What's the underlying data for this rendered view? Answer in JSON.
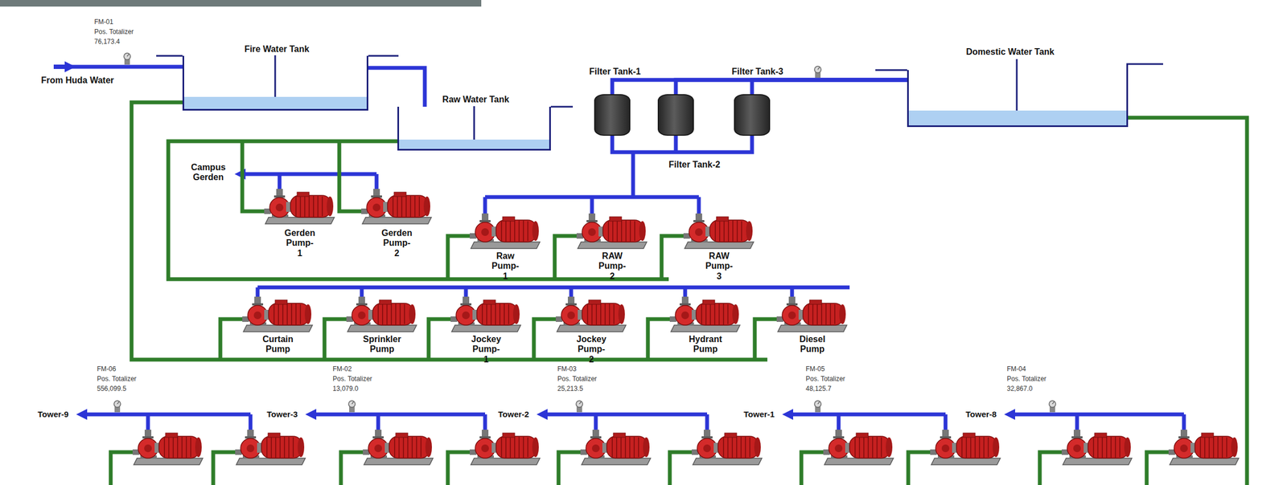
{
  "diagram": {
    "nodes": [
      {
        "text": [
          "Fire Water Tank"
        ]
      },
      {
        "text": [
          "Raw Water Tank"
        ]
      },
      {
        "text": [
          "Filter Tank-1"
        ]
      },
      {
        "text": [
          "Filter Tank-2"
        ]
      },
      {
        "text": [
          "Filter Tank-3"
        ]
      },
      {
        "text": [
          "Domestic Water Tank"
        ]
      }
    ],
    "edges": [
      {
        "from": 0,
        "to": 1,
        "arrow": "none"
      },
      {
        "from": 2,
        "to": 5,
        "arrow": "none"
      },
      {
        "from": 3,
        "to": 5,
        "arrow": "none"
      },
      {
        "from": 4,
        "to": 5,
        "arrow": "none"
      }
    ],
    "labels": [
      "FM-01",
      "Pos. Totalizer",
      "76,173.4",
      "From Huda Water",
      "Campus Gerden",
      "Gerden Pump-1",
      "Gerden Pump-2",
      "Raw Pump-1",
      "RAW Pump-2",
      "RAW Pump-3",
      "Curtain Pump",
      "Sprinkler Pump",
      "Jockey Pump-1",
      "Jockey Pump-2",
      "Hydrant Pump",
      "Diesel Pump",
      "FM-06",
      "Pos. Totalizer",
      "556,099.5",
      "Tower-9",
      "FM-02",
      "Pos. Totalizer",
      "13,079.0",
      "Tower-3",
      "FM-03",
      "Pos. Totalizer",
      "25,213.5",
      "Tower-2",
      "FM-05",
      "Pos. Totalizer",
      "48,125.7",
      "Tower-1",
      "FM-04",
      "Pos. Totalizer",
      "32,867.0",
      "Tower-8"
    ]
  }
}
